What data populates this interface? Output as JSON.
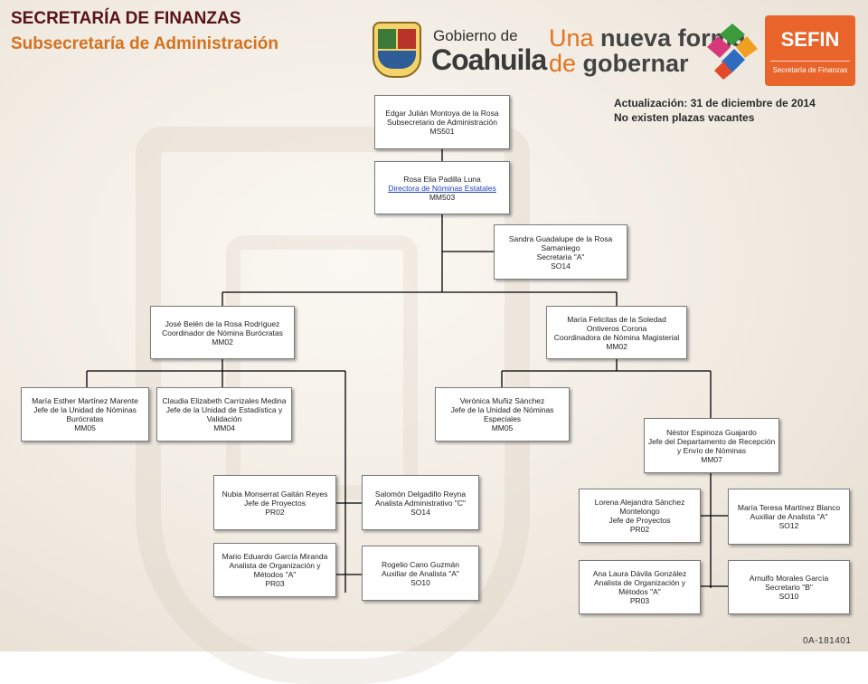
{
  "header": {
    "title": "SECRETARÍA DE FINANZAS",
    "subtitle": "Subsecretaría de Administración",
    "update_line": "Actualización: 31  de diciembre de 2014",
    "vacancy_line": "No existen plazas vacantes",
    "doc_id": "0A-181401"
  },
  "logos": {
    "gobierno_de": "Gobierno de",
    "coahuila": "Coahuila",
    "una": "Una ",
    "nueva_forma": "nueva forma",
    "de": "de ",
    "gobernar": "gobernar",
    "sefin": "SEFIN",
    "sefin_sub": "Secretaría de Finanzas",
    "colors": {
      "brand_orange": "#e8642a",
      "title_dark": "#5a1316",
      "subtitle_orange": "#d4721f"
    }
  },
  "boxes": {
    "subsecretario": {
      "name": "Edgar Julián Montoya de la Rosa",
      "role": "Subsecretario de Administración",
      "code": "MS501"
    },
    "directora": {
      "name": "Rosa Elia Padilla Luna",
      "role": "Directora  de Nóminas Estatales",
      "code": "MM503"
    },
    "secretaria": {
      "name": "Sandra Guadalupe de la Rosa Samaniego",
      "role": "Secretaria  \"A\"",
      "code": "SO14"
    },
    "coord_burocratas": {
      "name": "José Belén de la Rosa Rodríguez",
      "role": "Coordinador de Nómina Burócratas",
      "code": "MM02"
    },
    "coord_magisterial": {
      "name": "María Felicitas de la Soledad Ontiveros Corona",
      "role": "Coordinadora  de Nómina Magisterial",
      "code": "MM02"
    },
    "jefa_burocratas": {
      "name": "María Esther Martínez Marente",
      "role": "Jefe de la Unidad de Nóminas Burócratas",
      "code": "MM05"
    },
    "jefa_estadistica": {
      "name": "Claudia Elizabeth Carrizales Medina",
      "role": "Jefe de la Unidad de Estadística y Validación",
      "code": "MM04"
    },
    "jefa_especiales": {
      "name": "Verónica Muñiz Sánchez",
      "role": "Jefe de la Unidad de Nóminas Especiales",
      "code": "MM05"
    },
    "jefe_depto": {
      "name": "Néstor Espinoza Guajardo",
      "role": "Jefe del Departamento de Recepción  y Envío de Nóminas",
      "code": "MM07"
    },
    "nubia": {
      "name": "Nubia Monserrat Gaitán Reyes",
      "role": "Jefe de Proyectos",
      "code": "PR02"
    },
    "salomon": {
      "name": "Salomón Delgadillo Reyna",
      "role": "Analista Administrativo  \"C\"",
      "code": "SO14"
    },
    "mario": {
      "name": "Mario Eduardo García Miranda",
      "role": "Analista de Organización  y Métodos \"A\"",
      "code": "PR03"
    },
    "rogelio": {
      "name": "Rogelio Cano Guzmán",
      "role": "Auxiliar de Analista  \"A\"",
      "code": "SO10"
    },
    "lorena": {
      "name": "Lorena Alejandra Sánchez Montelongo",
      "role": "Jefe de Proyectos",
      "code": "PR02"
    },
    "teresa": {
      "name": "María Teresa  Martínez Blanco",
      "role": "Auxiliar  de Analista  \"A\"",
      "code": "SO12"
    },
    "ana": {
      "name": "Ana Laura Dávila González",
      "role": "Analista de Organización  y Métodos \"A\"",
      "code": "PR03"
    },
    "arnulfo": {
      "name": "Arnulfo Morales García",
      "role": "Secretario  \"B\"",
      "code": "SO10"
    }
  }
}
